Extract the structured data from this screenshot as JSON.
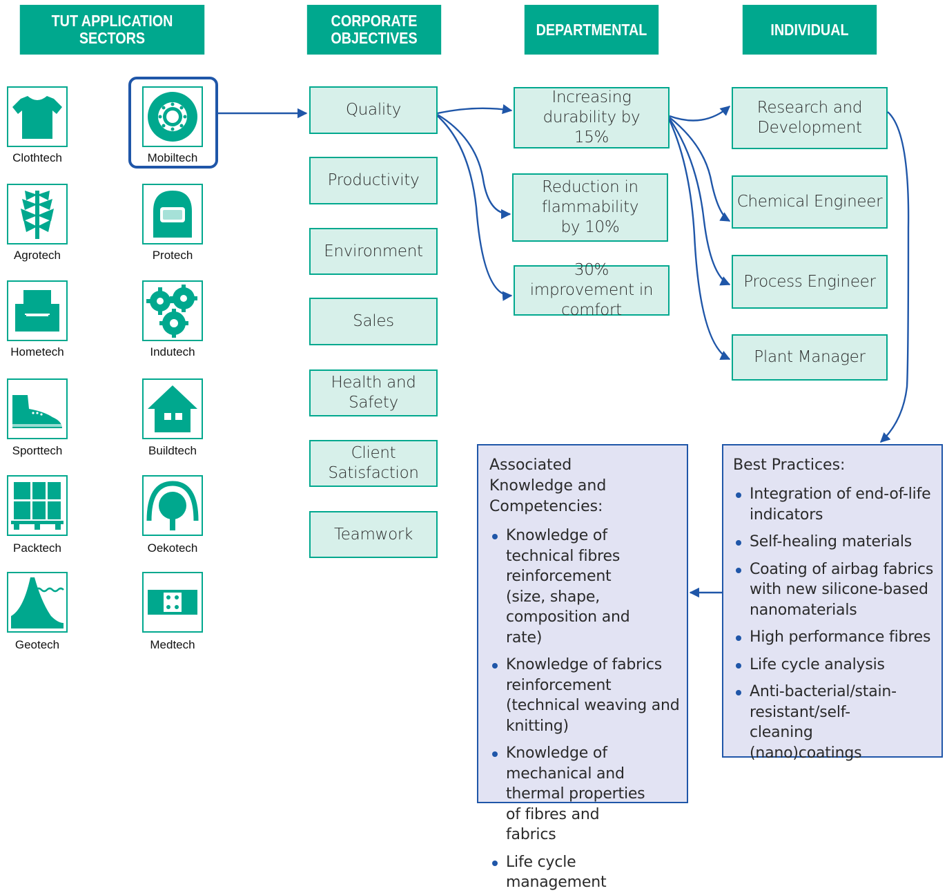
{
  "headers": {
    "sectors": [
      "TUT APPLICATION",
      "SECTORS"
    ],
    "corporate": [
      "CORPORATE",
      "OBJECTIVES"
    ],
    "departmental": [
      "DEPARTMENTAL"
    ],
    "individual": [
      "INDIVIDUAL"
    ]
  },
  "sectors": [
    {
      "label": "Clothtech",
      "icon": "tshirt-icon"
    },
    {
      "label": "Mobiltech",
      "icon": "wheel-icon",
      "selected": true
    },
    {
      "label": "Agrotech",
      "icon": "plant-icon"
    },
    {
      "label": "Protech",
      "icon": "helmet-icon"
    },
    {
      "label": "Hometech",
      "icon": "armchair-icon"
    },
    {
      "label": "Indutech",
      "icon": "gears-icon"
    },
    {
      "label": "Sporttech",
      "icon": "shoe-icon"
    },
    {
      "label": "Buildtech",
      "icon": "house-icon"
    },
    {
      "label": "Packtech",
      "icon": "pallet-icon"
    },
    {
      "label": "Oekotech",
      "icon": "tree-icon"
    },
    {
      "label": "Geotech",
      "icon": "embankment-icon"
    },
    {
      "label": "Medtech",
      "icon": "bandage-icon"
    }
  ],
  "objectives": [
    "Quality",
    "Productivity",
    "Environment",
    "Sales",
    "Health and Safety",
    "Client Satisfaction",
    "Teamwork"
  ],
  "departmental": [
    "Increasing durability by 15%",
    "Reduction in flammability by 10%",
    "30% improvement in comfort"
  ],
  "individual": [
    "Research and Development",
    "Chemical Engineer",
    "Process Engineer",
    "Plant Manager"
  ],
  "knowledge": {
    "title": "Associated Knowledge and Competencies:",
    "items": [
      "Knowledge of technical fibres reinforcement (size, shape, composition and rate)",
      "Knowledge of fabrics reinforcement (technical weaving and knitting)",
      "Knowledge of mechanical and thermal properties of fibres and fabrics",
      "Life cycle management"
    ]
  },
  "practices": {
    "title": "Best Practices:",
    "items": [
      "Integration of end-of-life indicators",
      "Self-healing materials",
      "Coating of airbag fabrics with new silicone-based nanomaterials",
      "High performance fibres",
      "Life cycle analysis",
      "Anti-bacterial/stain-resistant/self-cleaning (nano)coatings"
    ]
  },
  "colors": {
    "teal": "#00a88e",
    "light_teal": "#d7f0ea",
    "blue": "#1f56a8",
    "panel": "#e2e3f3"
  }
}
